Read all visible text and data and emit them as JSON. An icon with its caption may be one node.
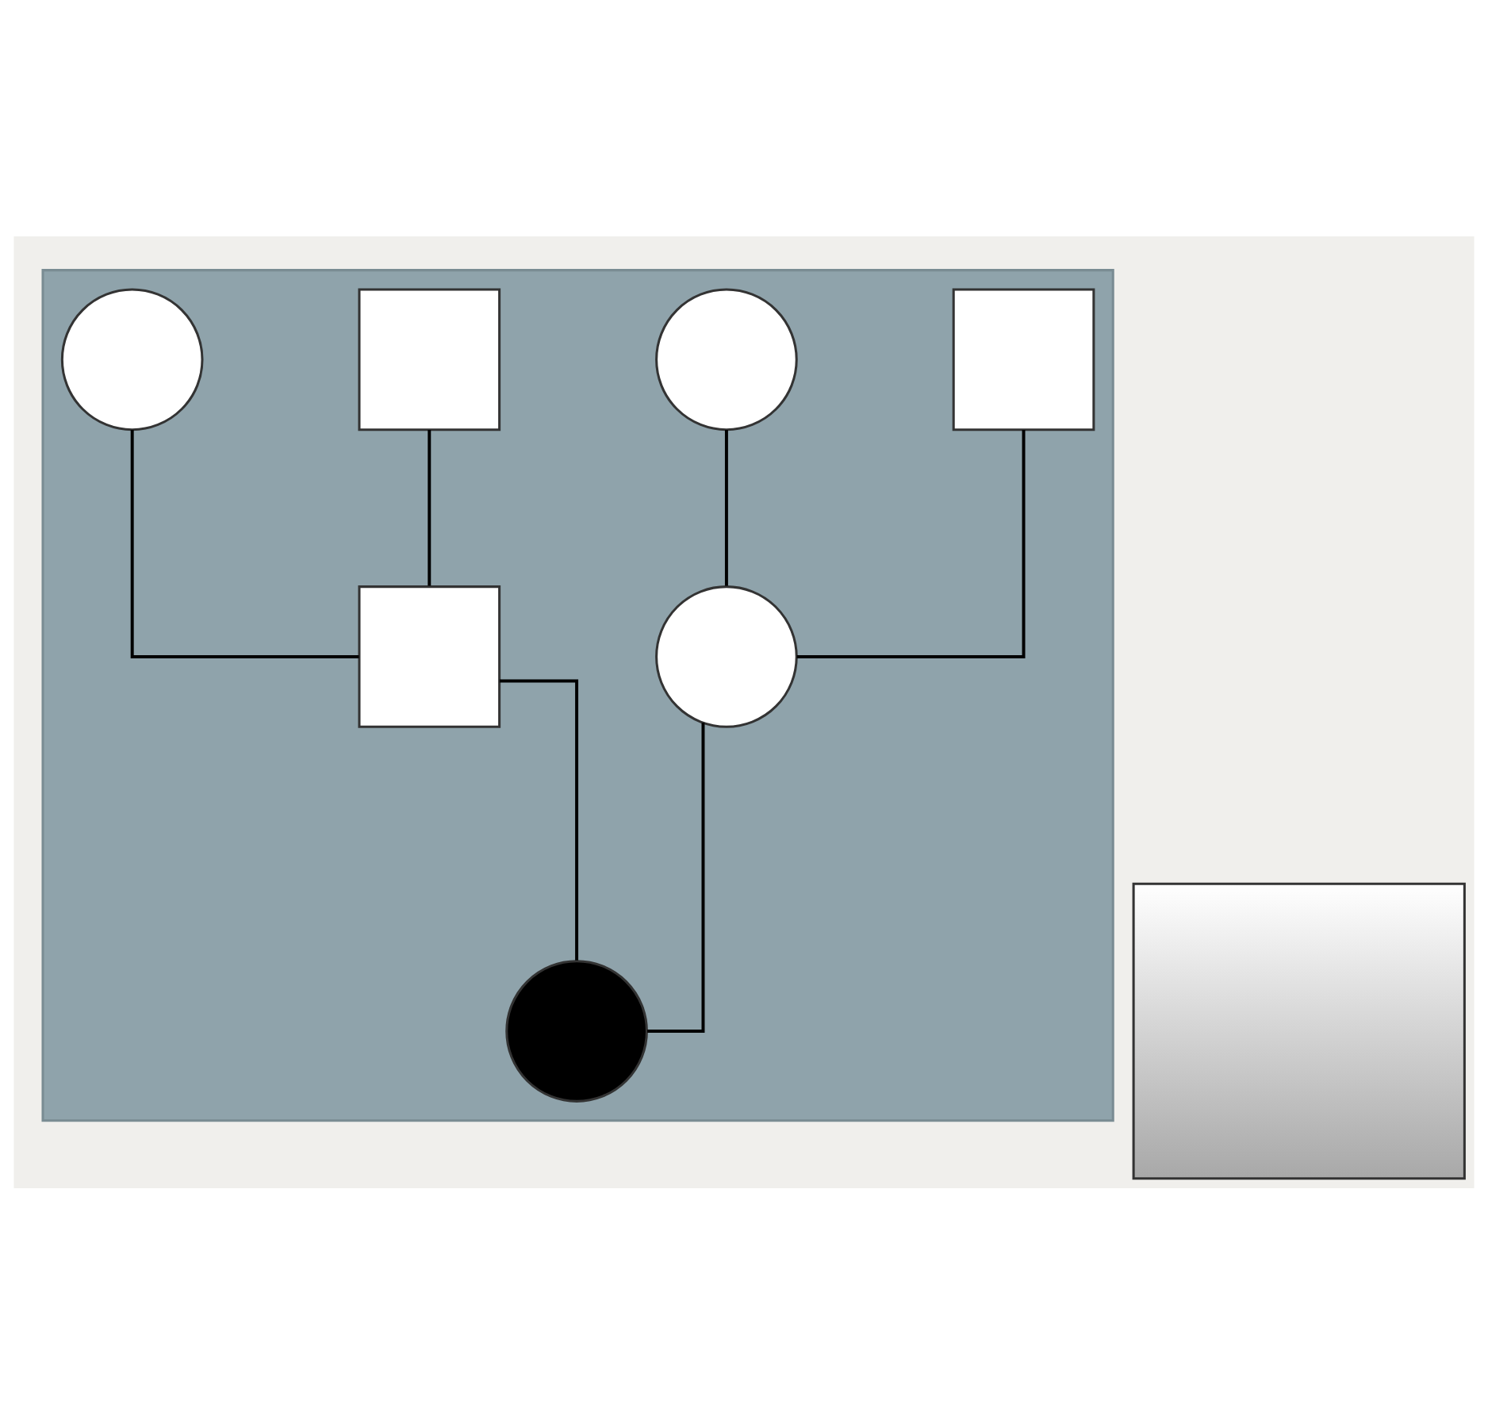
{
  "diagram": {
    "nodes": [
      {
        "text": [],
        "shape": "box"
      },
      {
        "text": [],
        "shape": "box",
        "in": 0
      },
      {
        "text": [],
        "shape": "circle",
        "in": 0
      },
      {
        "text": [],
        "shape": "box",
        "in": 0
      },
      {
        "text": [],
        "shape": "circle",
        "in": 0
      },
      {
        "text": [],
        "shape": "box",
        "in": 0
      },
      {
        "text": [],
        "shape": "circle",
        "in": 0
      },
      {
        "text": [],
        "shape": "circle",
        "in": 0
      },
      {
        "text": [],
        "shape": "box"
      }
    ],
    "edges": [
      {
        "from": 1,
        "to": 5,
        "arrow": "none"
      },
      {
        "from": 2,
        "to": 5,
        "arrow": "none"
      },
      {
        "from": 3,
        "to": 6,
        "arrow": "none"
      },
      {
        "from": 4,
        "to": 6,
        "arrow": "none"
      },
      {
        "from": 5,
        "to": 7,
        "arrow": "none"
      },
      {
        "from": 6,
        "to": 7,
        "arrow": "none"
      }
    ]
  }
}
